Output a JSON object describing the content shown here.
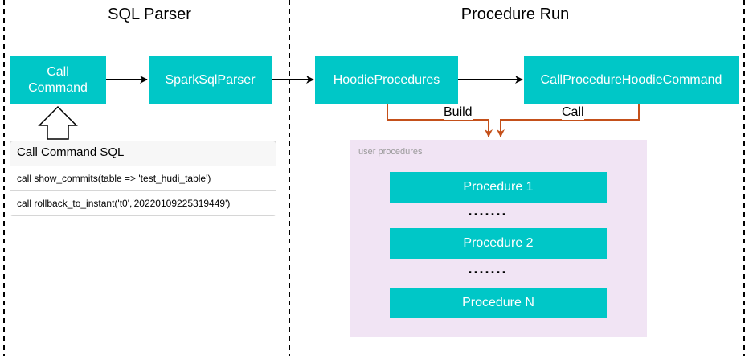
{
  "sections": {
    "left_title": "SQL Parser",
    "right_title": "Procedure Run"
  },
  "nodes": {
    "call_command": "Call\nCommand",
    "spark_sql_parser": "SparkSqlParser",
    "hoodie_procedures": "HoodieProcedures",
    "call_procedure_cmd": "CallProcedureHoodieCommand"
  },
  "sql_panel": {
    "header": "Call Command SQL",
    "rows": [
      "call show_commits(table => 'test_hudi_table')",
      "call rollback_to_instant('t0','20220109225319449')"
    ]
  },
  "edges": {
    "build_label": "Build",
    "call_label": "Call"
  },
  "user_procedures": {
    "label": "user procedures",
    "items": [
      "Procedure 1",
      "Procedure 2",
      "Procedure N"
    ],
    "ellipsis": "......."
  },
  "colors": {
    "node_fill": "#00c7c7",
    "group_fill": "#f1e4f4",
    "edge_orange": "#c4501a"
  }
}
